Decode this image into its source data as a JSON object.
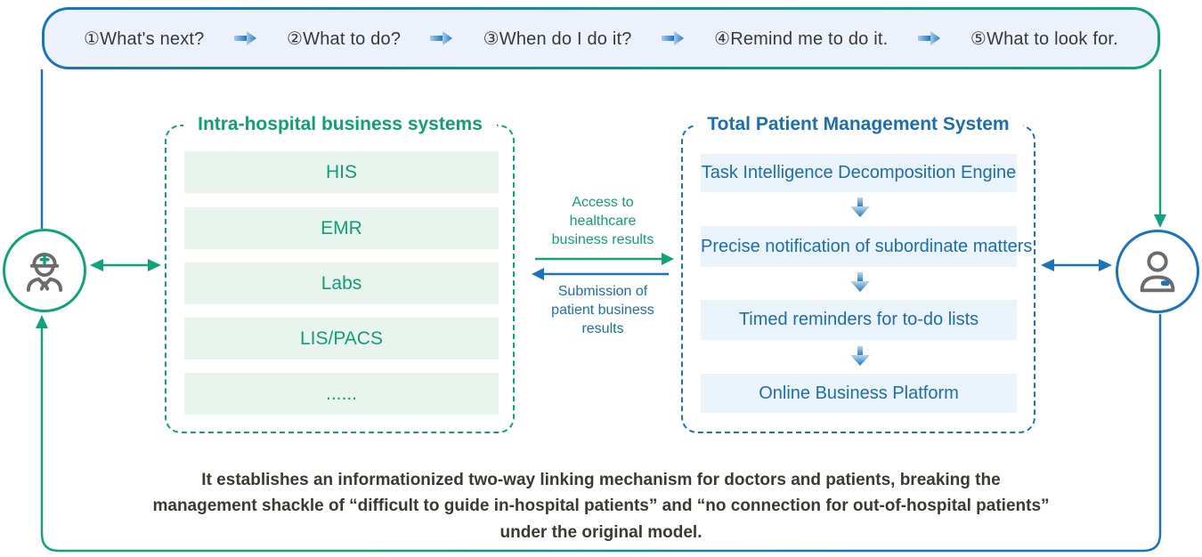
{
  "banner": {
    "steps": [
      "①What's next?",
      "②What to do?",
      "③When do I do it?",
      "④Remind me to do it.",
      "⑤What to look for."
    ]
  },
  "left_panel": {
    "title": "Intra-hospital business systems",
    "items": [
      "HIS",
      "EMR",
      "Labs",
      "LIS/PACS",
      "......"
    ]
  },
  "right_panel": {
    "title": "Total Patient Management System",
    "items": [
      "Task Intelligence Decomposition Engine",
      "Precise notification of subordinate matters",
      "Timed reminders for to-do lists",
      "Online Business Platform"
    ]
  },
  "flow_labels": {
    "access": "Access to healthcare business results",
    "submission": "Submission of patient business results"
  },
  "footer": "It establishes an informationized two-way linking mechanism for doctors and patients, breaking the management shackle of “difficult to guide in-hospital patients” and “no connection for out-of-hospital patients” under the original model.",
  "colors": {
    "green": "#10A37B",
    "blue": "#1B74B8",
    "green_text": "#129E74",
    "blue_text": "#1C6FA8",
    "light_green_box": "#E9F4EF",
    "light_blue_box": "#EAF2FA",
    "banner_bg": "#EDF1FA",
    "banner_text": "#38383A",
    "footer_text": "#3A3A31"
  }
}
